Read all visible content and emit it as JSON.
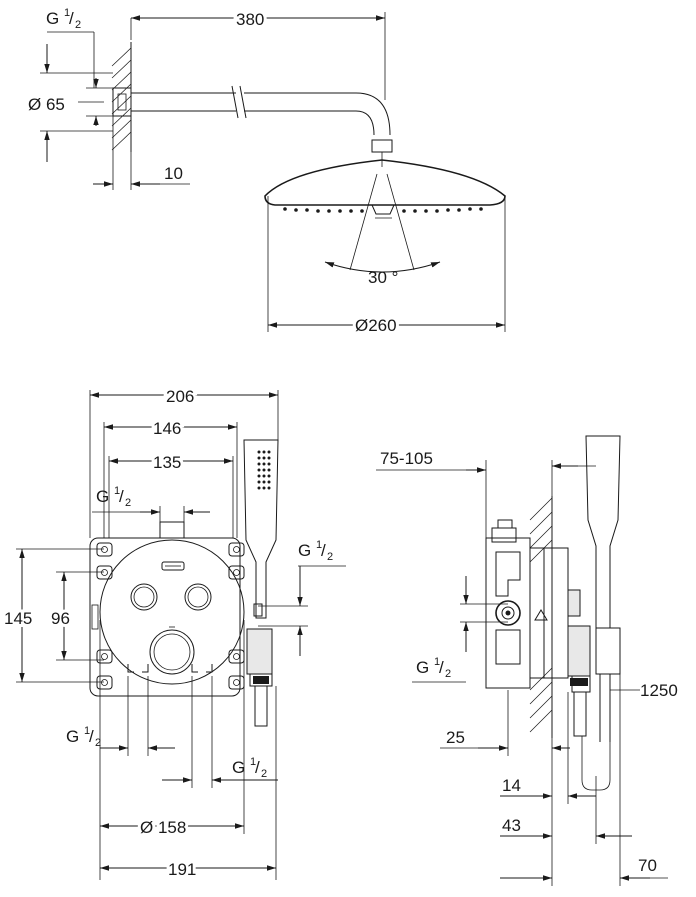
{
  "top_view": {
    "pipe_thread": {
      "base": "G",
      "num": "1",
      "den": "2"
    },
    "flange_diameter": "Ø 65",
    "arm_length": "380",
    "wall_offset": "10",
    "spray_angle": "30 °",
    "head_diameter": "Ø260"
  },
  "front_view": {
    "overall_width": "206",
    "width_146": "146",
    "width_135": "135",
    "thread_top": {
      "base": "G",
      "num": "1",
      "den": "2"
    },
    "thread_right": {
      "base": "G",
      "num": "1",
      "den": "2"
    },
    "height_145": "145",
    "height_96": "96",
    "thread_bottom_left": {
      "base": "G",
      "num": "1",
      "den": "2"
    },
    "thread_bottom_right": {
      "base": "G",
      "num": "1",
      "den": "2"
    },
    "plate_diameter": "Ø 158",
    "width_191": "191"
  },
  "side_view": {
    "depth_range": "75-105",
    "thread_inlet": {
      "base": "G",
      "num": "1",
      "den": "2"
    },
    "hose_length": "1250",
    "dim_25": "25",
    "dim_14": "14",
    "dim_43": "43",
    "dim_70": "70"
  }
}
